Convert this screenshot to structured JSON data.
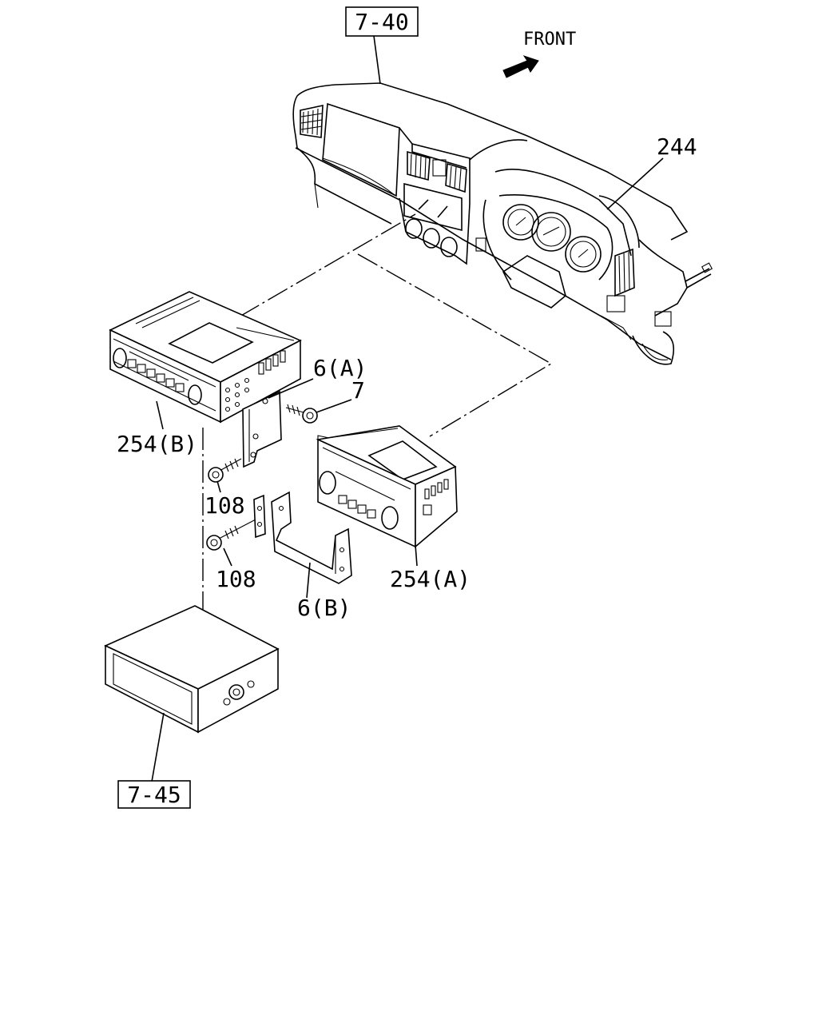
{
  "diagram": {
    "front_label": "FRONT",
    "ref_boxes": {
      "dashboard_ref": "7-40",
      "pocket_ref": "7-45"
    },
    "callouts": {
      "dashboard_harness": "244",
      "radio_b": "254(B)",
      "radio_a": "254(A)",
      "bracket_a": "6(A)",
      "bracket_b": "6(B)",
      "screw_7": "7",
      "screw_108_upper": "108",
      "screw_108_lower": "108"
    }
  }
}
